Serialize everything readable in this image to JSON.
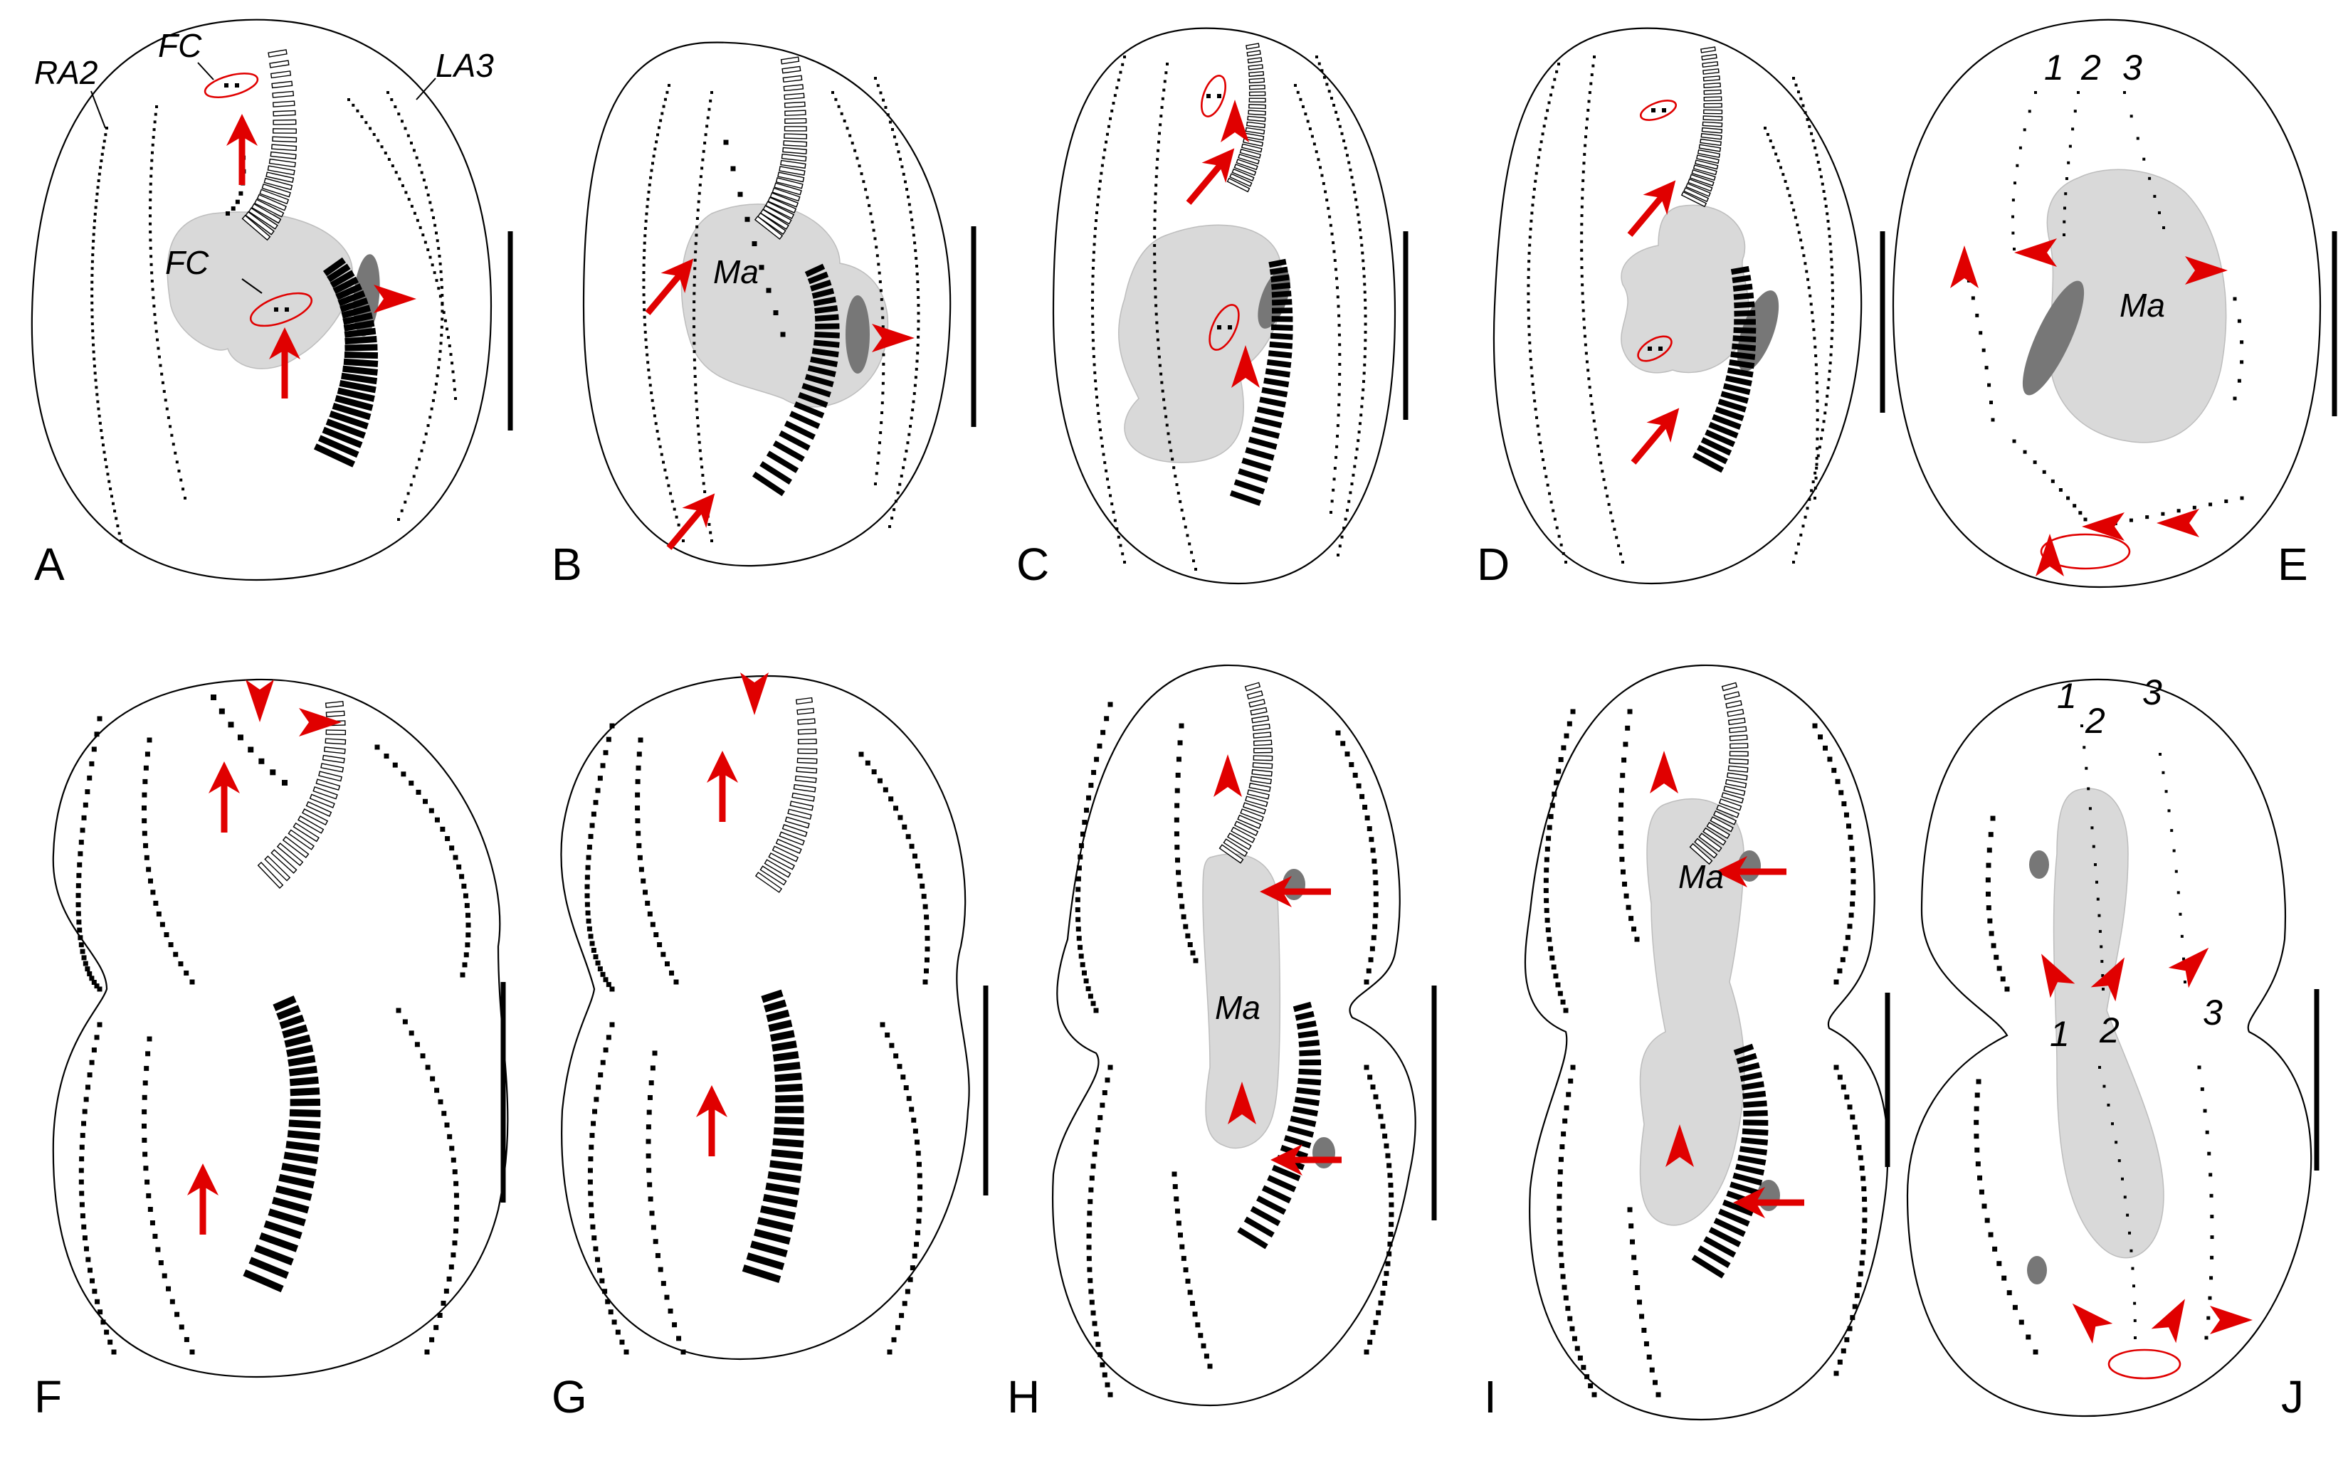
{
  "panels": [
    {
      "id": "A",
      "letter": "A"
    },
    {
      "id": "B",
      "letter": "B"
    },
    {
      "id": "C",
      "letter": "C"
    },
    {
      "id": "D",
      "letter": "D"
    },
    {
      "id": "E",
      "letter": "E"
    },
    {
      "id": "F",
      "letter": "F"
    },
    {
      "id": "G",
      "letter": "G"
    },
    {
      "id": "H",
      "letter": "H"
    },
    {
      "id": "I",
      "letter": "I"
    },
    {
      "id": "J",
      "letter": "J"
    }
  ],
  "labels": {
    "ra2": "RA2",
    "la3": "LA3",
    "fc": "FC",
    "ma": "Ma",
    "one": "1",
    "two": "2",
    "three": "3"
  },
  "colors": {
    "arrow": "#e00000",
    "nucleus": "#d9d9d9",
    "micronucleus": "#777777",
    "outline": "#000000"
  }
}
